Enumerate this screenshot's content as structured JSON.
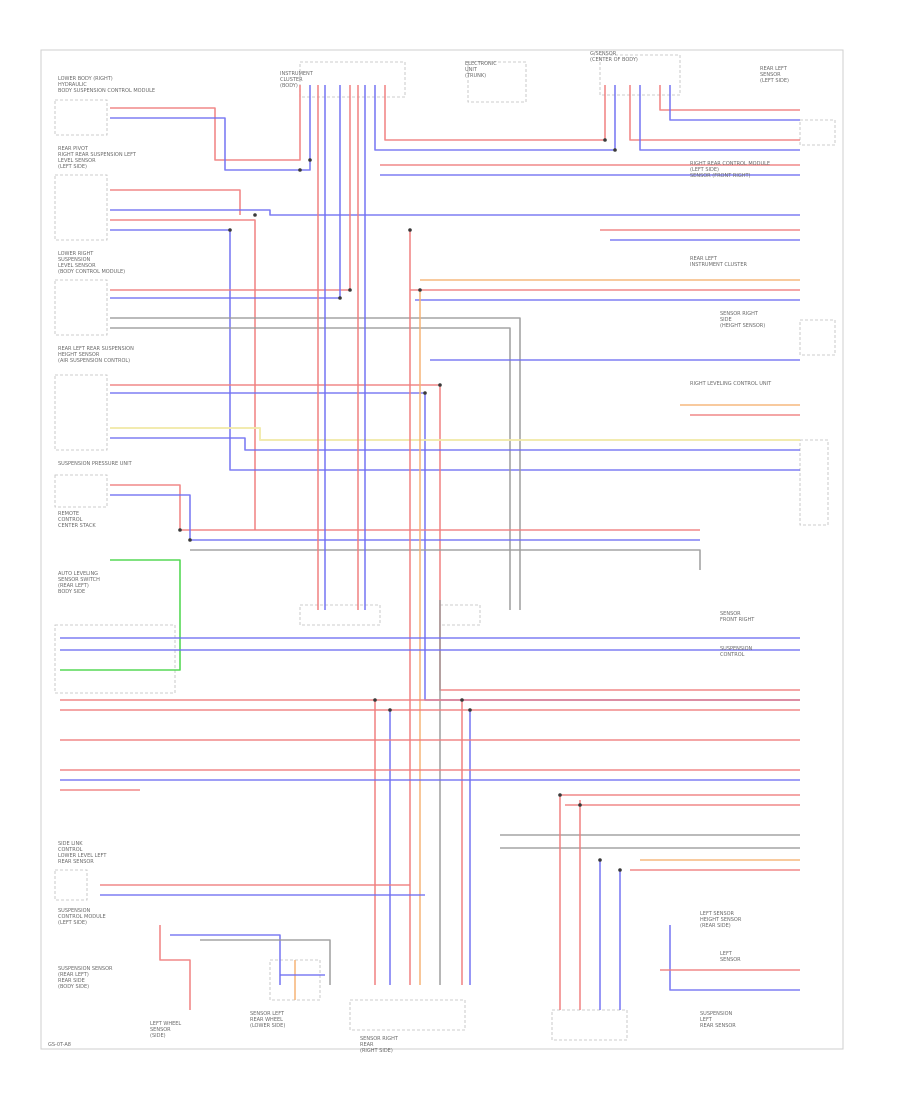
{
  "diagram": {
    "colors": {
      "red": "#f07c7c",
      "blue": "#6f6ff2",
      "orange": "#f5b070",
      "yellow": "#f1e9a6",
      "gray": "#9a9a9a",
      "green": "#43d443",
      "dark": "#3a3a3a",
      "box": "#bdbdbd"
    },
    "components": [
      {
        "id": "c1",
        "lines": [
          "LOWER BODY (RIGHT)",
          "HYDRAULIC",
          "BODY SUSPENSION CONTROL MODULE"
        ]
      },
      {
        "id": "c2",
        "lines": [
          "REAR PIVOT",
          "RIGHT REAR SUSPENSION LEFT",
          "LEVEL SENSOR",
          "(LEFT SIDE)"
        ]
      },
      {
        "id": "c3",
        "lines": [
          "LOWER RIGHT",
          "SUSPENSION",
          "LEVEL SENSOR",
          "(BODY CONTROL MODULE)"
        ]
      },
      {
        "id": "c4",
        "lines": [
          "REAR LEFT REAR SUSPENSION",
          "HEIGHT SENSOR",
          "(AIR SUSPENSION CONTROL)"
        ]
      },
      {
        "id": "c5",
        "lines": [
          "SUSPENSION PRESSURE UNIT"
        ]
      },
      {
        "id": "c6",
        "lines": [
          "REMOTE",
          "CONTROL",
          "CENTER STACK"
        ]
      },
      {
        "id": "c7",
        "lines": [
          "AUTO LEVELING",
          "SENSOR SWITCH",
          "(REAR LEFT)",
          "BODY SIDE"
        ]
      },
      {
        "id": "c8",
        "lines": [
          "SIDE LINK",
          "CONTROL",
          "LOWER LEVEL LEFT",
          "REAR SENSOR"
        ]
      },
      {
        "id": "c9",
        "lines": [
          "SUSPENSION",
          "CONTROL MODULE",
          "(LEFT SIDE)"
        ]
      },
      {
        "id": "c10",
        "lines": [
          "SUSPENSION SENSOR",
          "(REAR LEFT)",
          "REAR SIDE",
          "(BODY SIDE)"
        ]
      },
      {
        "id": "c11",
        "lines": [
          "INSTRUMENT",
          "CLUSTER",
          "(BODY)"
        ]
      },
      {
        "id": "c12",
        "lines": [
          "LEFT WHEEL",
          "SENSOR",
          "(SIDE)"
        ]
      },
      {
        "id": "c13",
        "lines": [
          "SENSOR LEFT",
          "REAR WHEEL",
          "(LOWER SIDE)"
        ]
      },
      {
        "id": "c14",
        "lines": [
          "SENSOR RIGHT",
          "REAR",
          "(RIGHT SIDE)"
        ]
      },
      {
        "id": "c15",
        "lines": [
          "RIGHT REAR CONTROL MODULE",
          "(LEFT SIDE)",
          "SENSOR (FRONT RIGHT)"
        ]
      },
      {
        "id": "c16",
        "lines": [
          "REAR LEFT",
          "INSTRUMENT CLUSTER"
        ]
      },
      {
        "id": "c17",
        "lines": [
          "SENSOR RIGHT",
          "SIDE",
          "(HEIGHT SENSOR)"
        ]
      },
      {
        "id": "c18",
        "lines": [
          "RIGHT LEVELING CONTROL UNIT"
        ]
      },
      {
        "id": "c19",
        "lines": [
          "SENSOR",
          "FRONT RIGHT"
        ]
      },
      {
        "id": "c20",
        "lines": [
          "SUSPENSION",
          "CONTROL"
        ]
      },
      {
        "id": "c21",
        "lines": [
          "LEFT SENSOR",
          "HEIGHT SENSOR",
          "(REAR SIDE)"
        ]
      },
      {
        "id": "c22",
        "lines": [
          "SUSPENSION",
          "LEFT",
          "REAR SENSOR"
        ]
      },
      {
        "id": "c23",
        "lines": [
          "LEFT",
          "SENSOR"
        ]
      },
      {
        "id": "c24",
        "lines": [
          "ELECTRONIC",
          "UNIT",
          "(TRUNK)"
        ]
      },
      {
        "id": "c25",
        "lines": [
          "G/SENSOR",
          "(CENTER OF BODY)"
        ]
      },
      {
        "id": "c26",
        "lines": [
          "REAR LEFT",
          "SENSOR",
          "(LEFT SIDE)"
        ]
      }
    ],
    "footer_code": "GS-0T-A8"
  }
}
